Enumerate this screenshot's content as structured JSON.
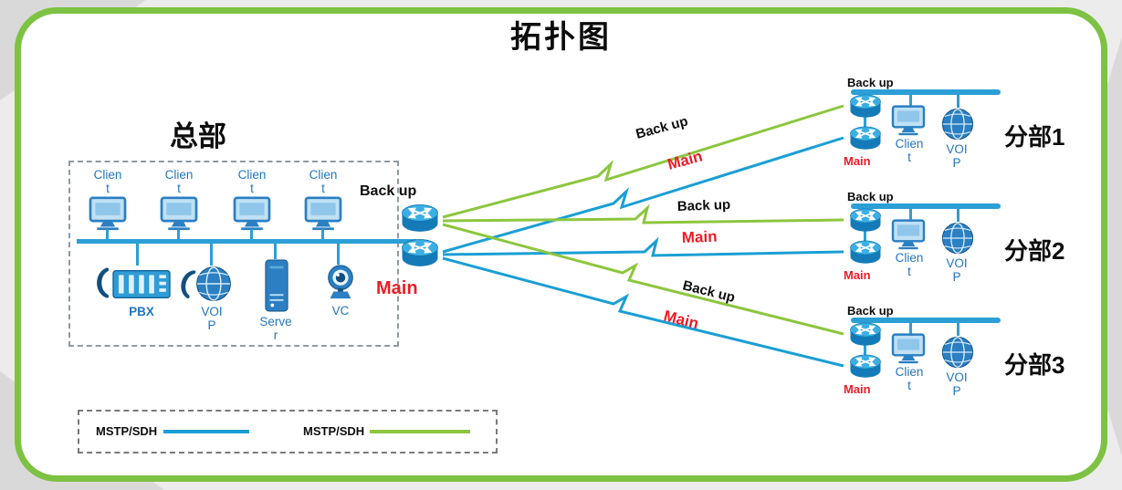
{
  "title": "拓扑图",
  "colors": {
    "panel_border": "#7DC242",
    "backup_line": "#8CC63E",
    "main_line": "#1A9FD4",
    "bus_blue": "#2B9FD6",
    "device_blue": "#2B7FC2",
    "main_label_red": "#ED1C24"
  },
  "headquarters": {
    "label": "总部",
    "clients": [
      "Clien\nt",
      "Clien\nt",
      "Clien\nt",
      "Clien\nt"
    ],
    "devices": {
      "pbx": "PBX",
      "voip": "VOI\nP",
      "server": "Serve\nr",
      "vc": "VC"
    }
  },
  "core": {
    "backup_label": "Back up",
    "main_label": "Main"
  },
  "links": [
    {
      "type": "backup",
      "label": "Back up"
    },
    {
      "type": "main",
      "label": "Main"
    },
    {
      "type": "backup",
      "label": "Back up"
    },
    {
      "type": "main",
      "label": "Main"
    },
    {
      "type": "backup",
      "label": "Back up"
    },
    {
      "type": "main",
      "label": "Main"
    }
  ],
  "branches": [
    {
      "name": "分部1",
      "backup_label": "Back up",
      "main_label": "Main",
      "client_label": "Clien\nt",
      "voip_label": "VOI\nP"
    },
    {
      "name": "分部2",
      "backup_label": "Back up",
      "main_label": "Main",
      "client_label": "Clien\nt",
      "voip_label": "VOI\nP"
    },
    {
      "name": "分部3",
      "backup_label": "Back up",
      "main_label": "Main",
      "client_label": "Clien\nt",
      "voip_label": "VOI\nP"
    }
  ],
  "legend": {
    "items": [
      {
        "label": "MSTP/SDH",
        "line_color": "#1A9FD4"
      },
      {
        "label": "MSTP/SDH",
        "line_color": "#8CC63E"
      }
    ]
  }
}
